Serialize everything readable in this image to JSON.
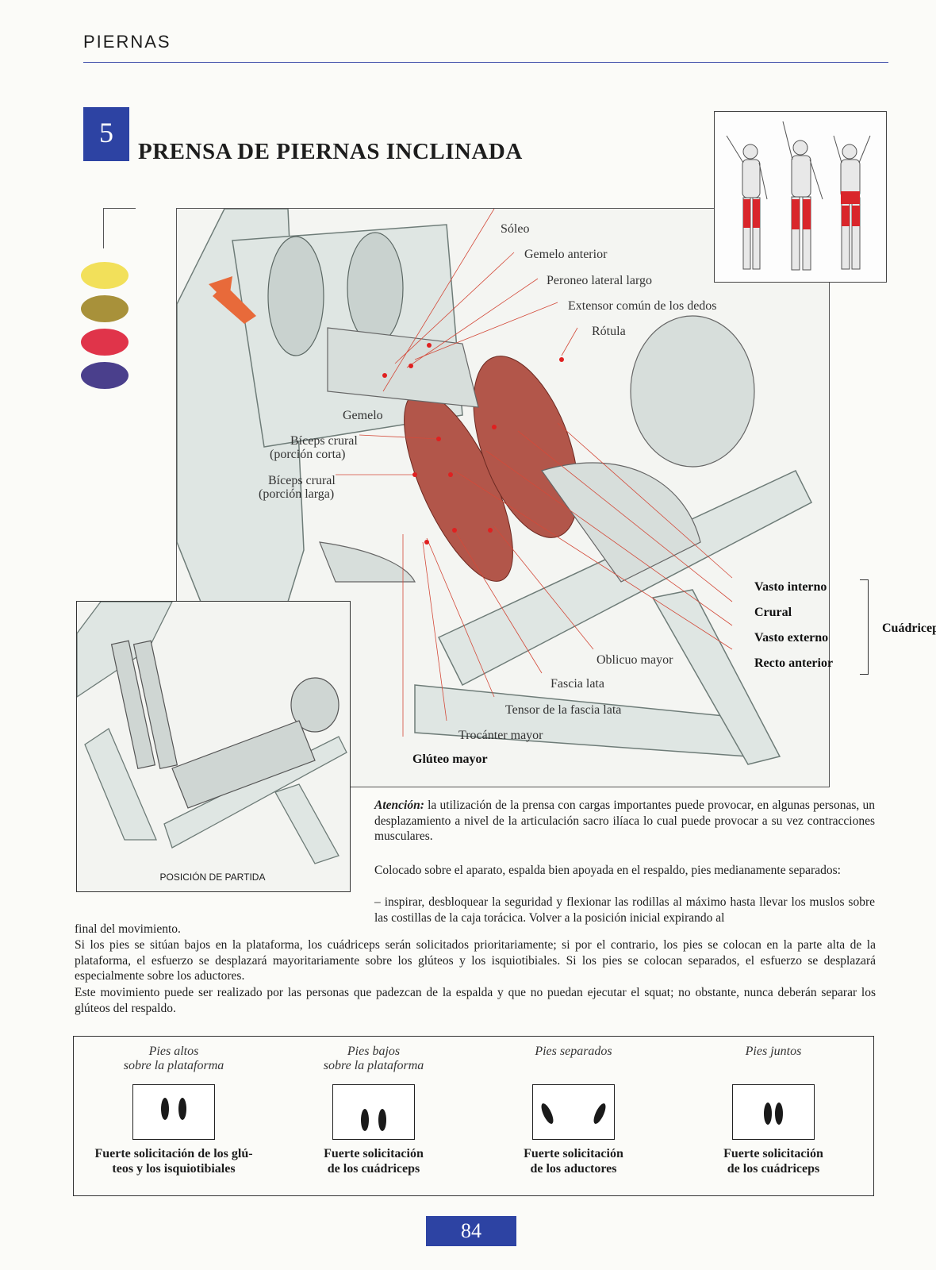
{
  "header": {
    "section": "PIERNAS"
  },
  "exercise": {
    "number": "5",
    "title": "PRENSA DE PIERNAS INCLINADA"
  },
  "legend_swatches": [
    {
      "color": "#f2e05a"
    },
    {
      "color": "#a8913a"
    },
    {
      "color": "#e0344a"
    },
    {
      "color": "#4a3f8c"
    }
  ],
  "muscle_labels": {
    "soleo": "Sóleo",
    "gemelo_anterior": "Gemelo anterior",
    "peroneo": "Peroneo lateral largo",
    "extensor": "Extensor común de los dedos",
    "rotula": "Rótula",
    "gemelo": "Gemelo",
    "biceps_corta_1": "Bíceps crural",
    "biceps_corta_2": "(porción corta)",
    "biceps_larga_1": "Bíceps crural",
    "biceps_larga_2": "(porción larga)",
    "vasto_interno": "Vasto interno",
    "crural": "Crural",
    "vasto_externo": "Vasto externo",
    "recto_anterior": "Recto anterior",
    "cuadriceps": "Cuádriceps",
    "oblicuo": "Oblicuo mayor",
    "fascia_lata": "Fascia lata",
    "tensor": "Tensor de la fascia lata",
    "trocanter": "Trocánter mayor",
    "gluteo": "Glúteo mayor"
  },
  "start_caption": "POSICIÓN DE PARTIDA",
  "text": {
    "attention_label": "Atención:",
    "attention_body": " la utilización de la prensa con cargas importantes puede provocar, en algunas personas, un desplazamiento a nivel de la articulación sacro ilíaca lo cual puede provocar a su vez contracciones musculares.",
    "p1": "Colocado sobre el aparato, espalda bien apoyada en el respaldo, pies medianamente separados:",
    "p2": "– inspirar, desbloquear la seguridad y flexionar las rodillas al máximo hasta llevar los muslos sobre las costillas de la caja torácica. Volver a la posición inicial expirando al",
    "p3": "final del movimiento.",
    "p4": "Si los pies se sitúan bajos en la plataforma, los cuádriceps serán solicitados prioritariamente; si por el contrario, los pies se colocan en la parte alta de la plataforma, el esfuerzo se desplazará mayoritariamente sobre los glúteos y los isquiotibiales. Si los pies se colocan separados, el esfuerzo se desplazará especialmente sobre los aductores.",
    "p5": "Este movimiento puede ser realizado por las personas que padezcan de la espalda y que no puedan ejecutar el squat; no obstante, nunca deberán separar los glúteos del respaldo."
  },
  "feet": [
    {
      "title1": "Pies altos",
      "title2": "sobre la plataforma",
      "desc1": "Fuerte solicitación de los glú-",
      "desc2": "teos y los isquiotibiales"
    },
    {
      "title1": "Pies bajos",
      "title2": "sobre la plataforma",
      "desc1": "Fuerte solicitación",
      "desc2": "de los cuádriceps"
    },
    {
      "title1": "Pies separados",
      "title2": "",
      "desc1": "Fuerte solicitación",
      "desc2": "de los aductores"
    },
    {
      "title1": "Pies juntos",
      "title2": "",
      "desc1": "Fuerte solicitación",
      "desc2": "de los cuádriceps"
    }
  ],
  "page_number": "84"
}
